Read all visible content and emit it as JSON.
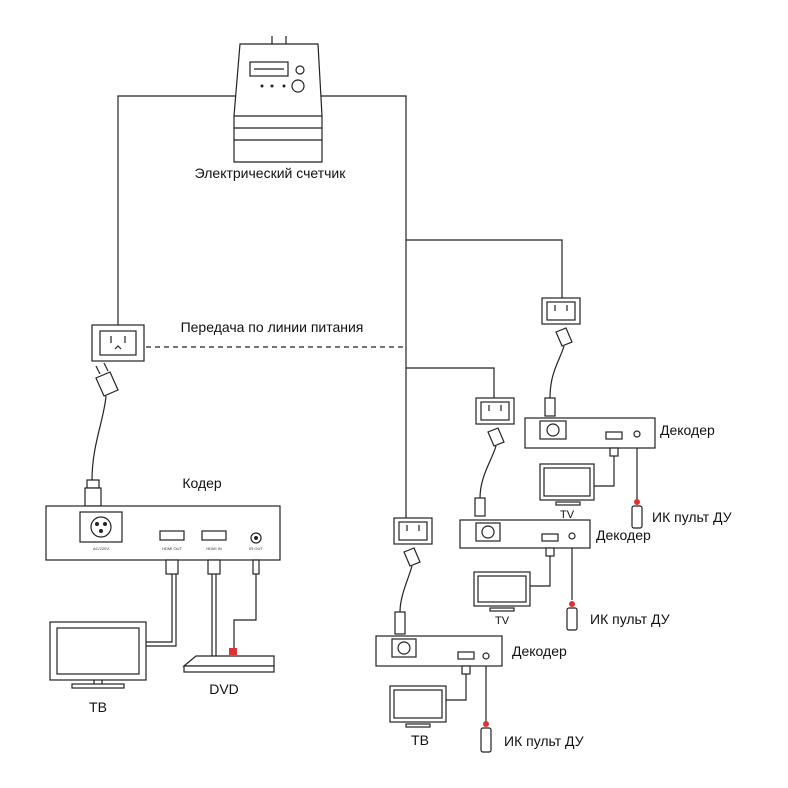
{
  "labels": {
    "meter": "Электрический счетчик",
    "power_line": "Передача по линии питания",
    "encoder": "Кодер",
    "decoder_1": "Декодер",
    "decoder_2": "Декодер",
    "decoder_3": "Декодер",
    "tv_main": "ТВ",
    "tv_d1": "TV",
    "tv_d2": "TV",
    "tv_d3": "ТВ",
    "dvd": "DVD",
    "ir_1": "ИК пульт ДУ",
    "ir_2": "ИК пульт ДУ",
    "ir_3": "ИК пульт ДУ"
  },
  "ports": {
    "ac": "AC/220V",
    "hdmi_out": "HDMI OUT",
    "hdmi_in": "HDMI IN",
    "ir_out": "IR OUT"
  }
}
